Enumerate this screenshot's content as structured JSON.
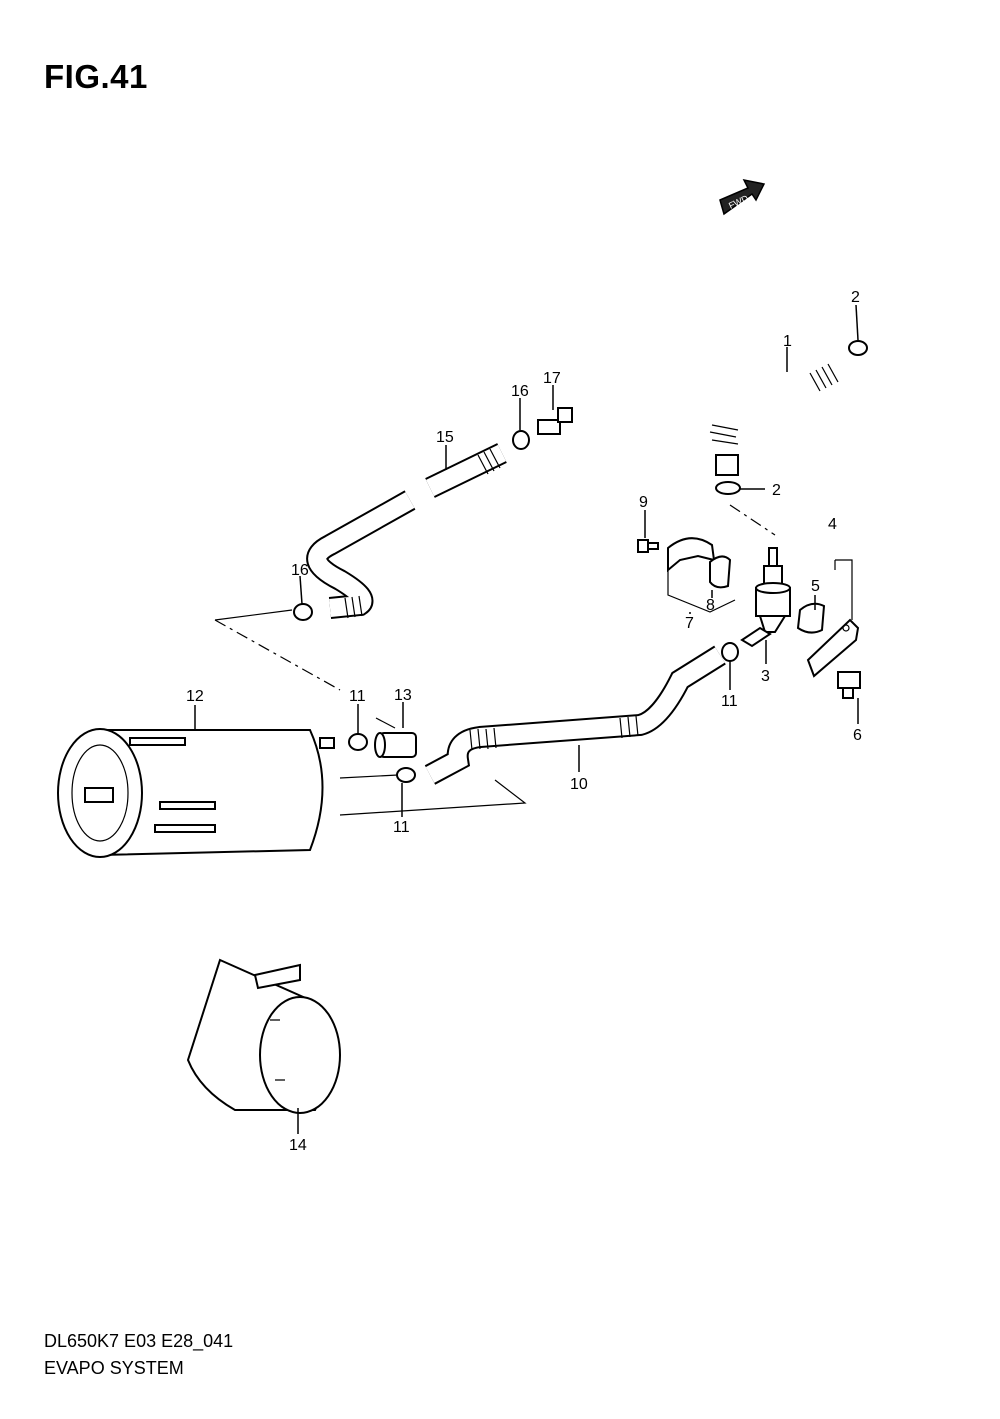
{
  "figure": {
    "title": "FIG.41",
    "fwd_label": "FWD",
    "model_code": "DL650K7 E03 E28_041",
    "section_name": "EVAPO SYSTEM"
  },
  "callouts": [
    "1",
    "2",
    "2",
    "3",
    "4",
    "5",
    "6",
    "7",
    "8",
    "9",
    "10",
    "11",
    "11",
    "11",
    "12",
    "13",
    "14",
    "15",
    "16",
    "16",
    "17"
  ]
}
